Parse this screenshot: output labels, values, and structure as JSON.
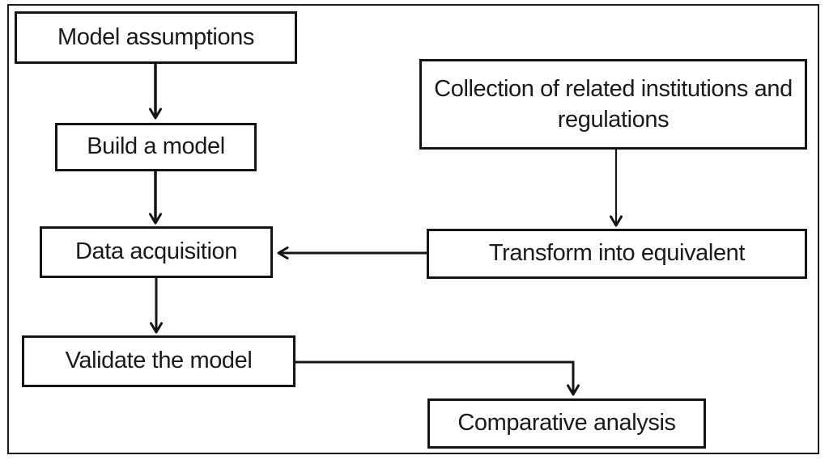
{
  "diagram": {
    "type": "flowchart",
    "background_color": "#ffffff",
    "line_color": "#1a1a1a",
    "node_fill": "#ffffff",
    "nodes": {
      "model_assumptions": {
        "label": "Model assumptions"
      },
      "build_model": {
        "label": "Build a model"
      },
      "data_acquisition": {
        "label": "Data acquisition"
      },
      "validate_model": {
        "label": "Validate the model"
      },
      "collection": {
        "label": "Collection of related institutions and regulations"
      },
      "transform": {
        "label": "Transform into equivalent"
      },
      "comparative": {
        "label": "Comparative analysis"
      }
    },
    "edges": [
      {
        "from": "model_assumptions",
        "to": "build_model",
        "style": "straight-down"
      },
      {
        "from": "build_model",
        "to": "data_acquisition",
        "style": "straight-down"
      },
      {
        "from": "data_acquisition",
        "to": "validate_model",
        "style": "straight-down"
      },
      {
        "from": "collection",
        "to": "transform",
        "style": "straight-down"
      },
      {
        "from": "transform",
        "to": "data_acquisition",
        "style": "straight-left"
      },
      {
        "from": "validate_model",
        "to": "comparative",
        "style": "elbow-right-down"
      }
    ]
  }
}
